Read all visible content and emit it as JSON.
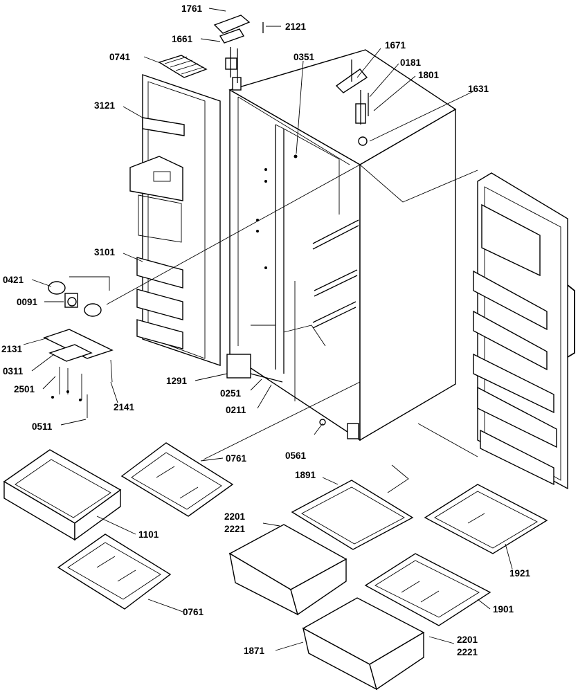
{
  "labels": {
    "p1761": "1761",
    "p2121": "2121",
    "p1661": "1661",
    "p0741": "0741",
    "p1671": "1671",
    "p0181": "0181",
    "p1801": "1801",
    "p0351": "0351",
    "p1631": "1631",
    "p3121": "3121",
    "p3101": "3101",
    "p0421": "0421",
    "p0091": "0091",
    "p2131": "2131",
    "p0311": "0311",
    "p2501": "2501",
    "p2141": "2141",
    "p0511": "0511",
    "p1291": "1291",
    "p0251": "0251",
    "p0211": "0211",
    "p0561": "0561",
    "p0761a": "0761",
    "p1101": "1101",
    "p0761b": "0761",
    "p1891": "1891",
    "p2201a": "2201",
    "p2221a": "2221",
    "p1921": "1921",
    "p1901": "1901",
    "p1871": "1871",
    "p2201b": "2201",
    "p2221b": "2221"
  }
}
